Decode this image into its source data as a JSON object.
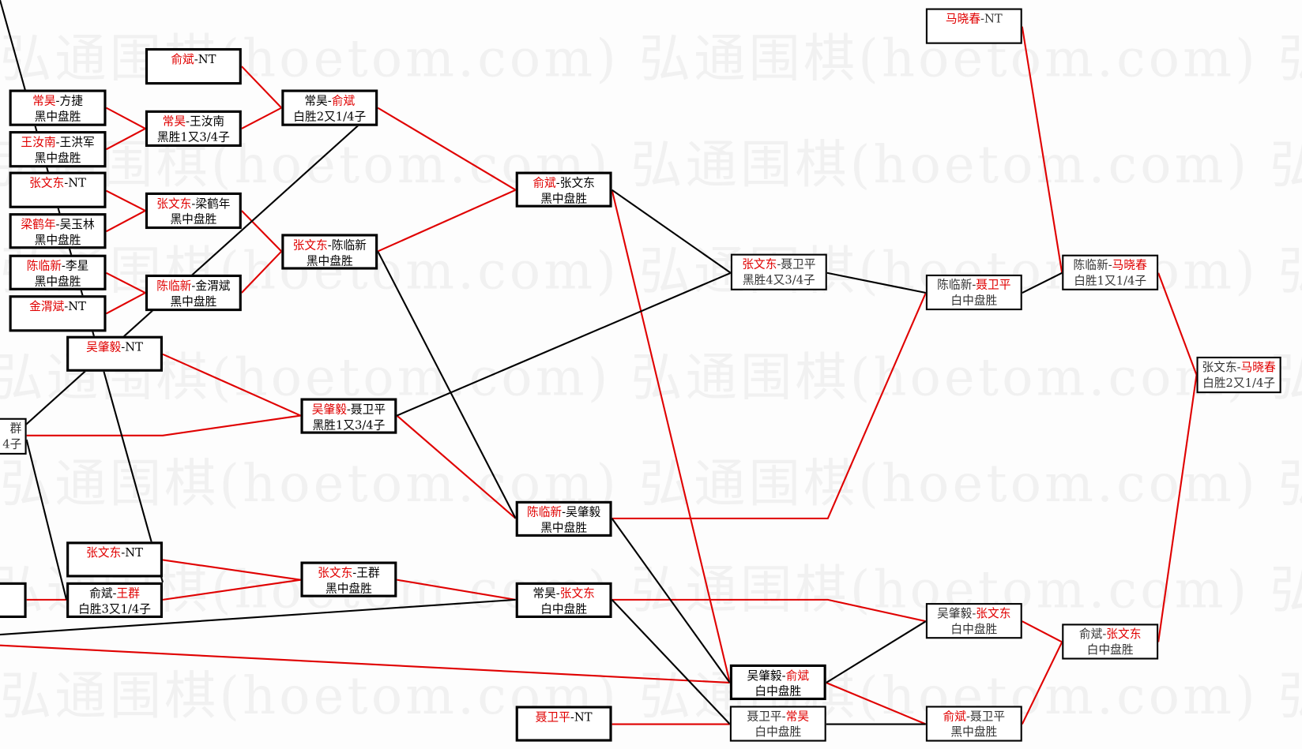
{
  "watermark": "弘通围棋(hoetom.com)",
  "colors": {
    "highlight": "#e00000",
    "line_red": "#e00000",
    "line_black": "#000000"
  },
  "matches": [
    {
      "p1": "俞斌",
      "p2": "NT",
      "result": "",
      "highlight": "p1"
    },
    {
      "p1": "常昊",
      "p2": "方捷",
      "result": "黑中盘胜",
      "highlight": "p1"
    },
    {
      "p1": "王汝南",
      "p2": "王洪军",
      "result": "黑中盘胜",
      "highlight": "p1"
    },
    {
      "p1": "张文东",
      "p2": "NT",
      "result": "",
      "highlight": "p1"
    },
    {
      "p1": "梁鹤年",
      "p2": "吴玉林",
      "result": "黑中盘胜",
      "highlight": "p1"
    },
    {
      "p1": "陈临新",
      "p2": "李星",
      "result": "黑中盘胜",
      "highlight": "p1"
    },
    {
      "p1": "金渭斌",
      "p2": "NT",
      "result": "",
      "highlight": "p1"
    },
    {
      "p1": "常昊",
      "p2": "王汝南",
      "result": "黑胜1又3/4子",
      "highlight": "p1"
    },
    {
      "p1": "张文东",
      "p2": "梁鹤年",
      "result": "黑中盘胜",
      "highlight": "p1"
    },
    {
      "p1": "陈临新",
      "p2": "金渭斌",
      "result": "黑中盘胜",
      "highlight": "p1"
    },
    {
      "p1": "常昊",
      "p2": "俞斌",
      "result": "白胜2又1/4子",
      "highlight": "p2"
    },
    {
      "p1": "张文东",
      "p2": "陈临新",
      "result": "黑中盘胜",
      "highlight": "p1"
    },
    {
      "p1": "吴肇毅",
      "p2": "NT",
      "result": "",
      "highlight": "p1"
    },
    {
      "p1": "",
      "p2": "群",
      "result": "4子",
      "highlight": "none"
    },
    {
      "p1": "吴肇毅",
      "p2": "聂卫平",
      "result": "黑胜1又3/4子",
      "highlight": "p1"
    },
    {
      "p1": "张文东",
      "p2": "NT",
      "result": "",
      "highlight": "p1"
    },
    {
      "p1": "俞斌",
      "p2": "王群",
      "result": "白胜3又1/4子",
      "highlight": "p2"
    },
    {
      "p1": "",
      "p2": "",
      "result": "",
      "highlight": "none"
    },
    {
      "p1": "张文东",
      "p2": "王群",
      "result": "黑中盘胜",
      "highlight": "p1"
    },
    {
      "p1": "俞斌",
      "p2": "张文东",
      "result": "黑中盘胜",
      "highlight": "p1"
    },
    {
      "p1": "陈临新",
      "p2": "吴肇毅",
      "result": "黑中盘胜",
      "highlight": "p1"
    },
    {
      "p1": "常昊",
      "p2": "张文东",
      "result": "白中盘胜",
      "highlight": "p2"
    },
    {
      "p1": "聂卫平",
      "p2": "NT",
      "result": "",
      "highlight": "p1"
    },
    {
      "p1": "张文东",
      "p2": "聂卫平",
      "result": "黑胜4又3/4子",
      "highlight": "p1"
    },
    {
      "p1": "吴肇毅",
      "p2": "俞斌",
      "result": "白中盘胜",
      "highlight": "p2"
    },
    {
      "p1": "聂卫平",
      "p2": "常昊",
      "result": "白中盘胜",
      "highlight": "p2"
    },
    {
      "p1": "马晓春",
      "p2": "NT",
      "result": "",
      "highlight": "p1"
    },
    {
      "p1": "陈临新",
      "p2": "聂卫平",
      "result": "白中盘胜",
      "highlight": "p2"
    },
    {
      "p1": "陈临新",
      "p2": "马晓春",
      "result": "白胜1又1/4子",
      "highlight": "p2"
    },
    {
      "p1": "张文东",
      "p2": "马晓春",
      "result": "白胜2又1/4子",
      "highlight": "p2"
    },
    {
      "p1": "吴肇毅",
      "p2": "张文东",
      "result": "白中盘胜",
      "highlight": "p2"
    },
    {
      "p1": "俞斌",
      "p2": "张文东",
      "result": "白中盘胜",
      "highlight": "p2"
    },
    {
      "p1": "俞斌",
      "p2": "聂卫平",
      "result": "黑中盘胜",
      "highlight": "p1"
    }
  ]
}
